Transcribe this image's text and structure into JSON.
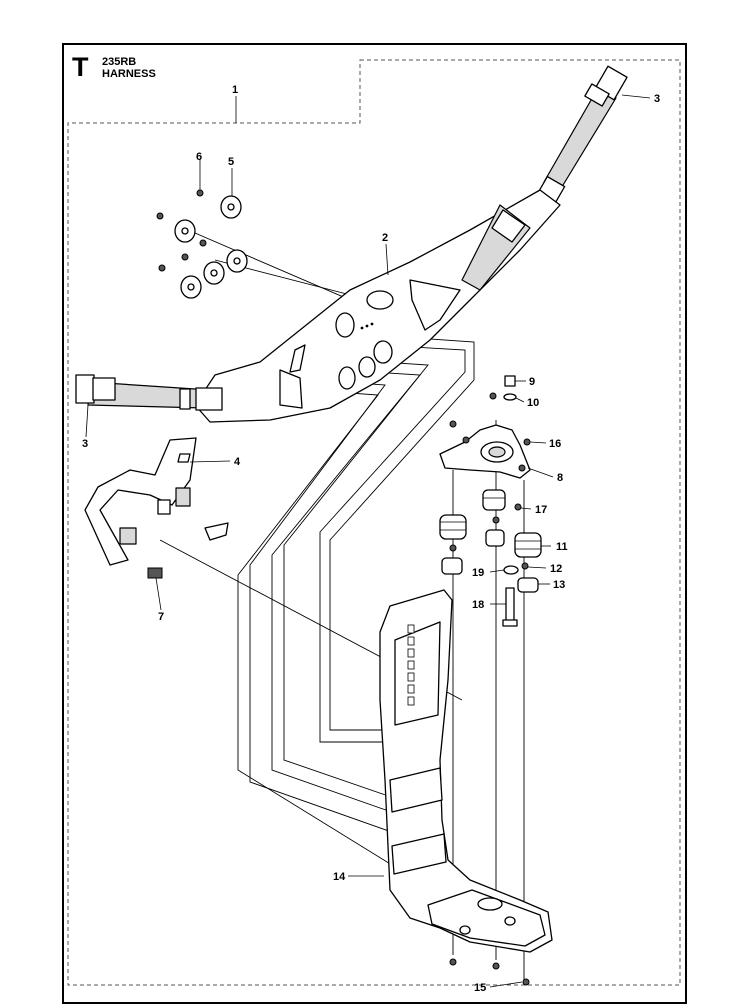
{
  "header": {
    "section_letter": "T",
    "model": "235RB",
    "title": "HARNESS"
  },
  "callouts": [
    "1",
    "2",
    "3",
    "3",
    "4",
    "5",
    "6",
    "7",
    "8",
    "9",
    "10",
    "11",
    "12",
    "13",
    "14",
    "15",
    "16",
    "17",
    "18",
    "19"
  ]
}
